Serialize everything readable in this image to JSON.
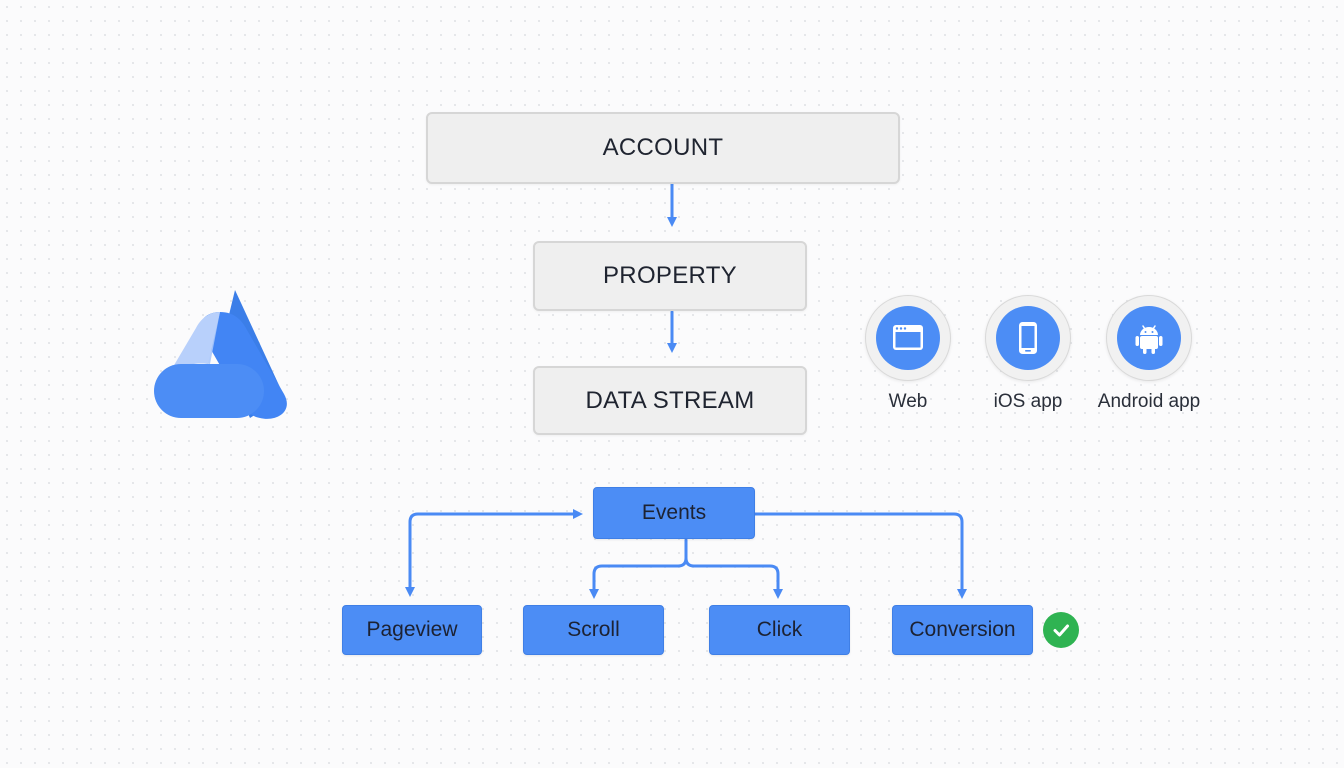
{
  "hierarchy": {
    "account": "ACCOUNT",
    "property": "PROPERTY",
    "data_stream": "DATA STREAM"
  },
  "platforms": [
    {
      "label": "Web",
      "icon": "browser-window-icon"
    },
    {
      "label": "iOS app",
      "icon": "smartphone-icon"
    },
    {
      "label": "Android app",
      "icon": "android-icon"
    }
  ],
  "events": {
    "root": "Events",
    "items": [
      "Pageview",
      "Scroll",
      "Click",
      "Conversion"
    ],
    "conversion_status_icon": "check-circle-icon"
  },
  "colors": {
    "accent": "#4c8df5",
    "connector": "#4a8af4",
    "box_fill": "#efefef",
    "success": "#2fb352"
  }
}
